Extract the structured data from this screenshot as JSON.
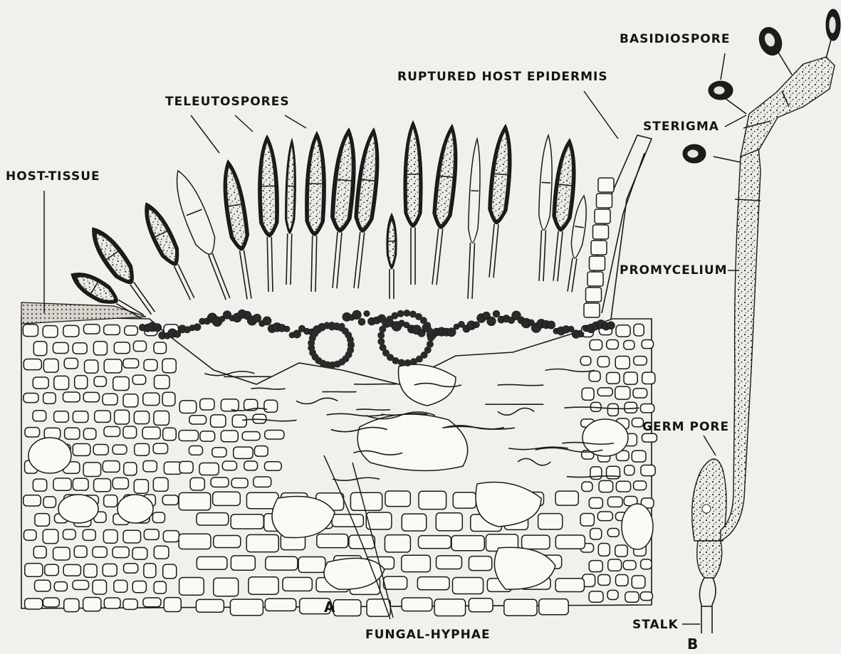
{
  "labels": {
    "host_tissue": "HOST-TISSUE",
    "teleutospores": "TELEUTOSPORES",
    "ruptured_host_epidermis": "RUPTURED HOST EPIDERMIS",
    "basidiospore": "BASIDIOSPORE",
    "sterigma": "STERIGMA",
    "promycelium": "PROMYCELIUM",
    "germ_pore": "GERM PORE",
    "stalk": "STALK",
    "fungal_hyphae": "FUNGAL-HYPHAE",
    "panel_a": "A",
    "panel_b": "B"
  },
  "colors": {
    "ink": "#1a1a1a",
    "paper": "#f2f0ec"
  }
}
